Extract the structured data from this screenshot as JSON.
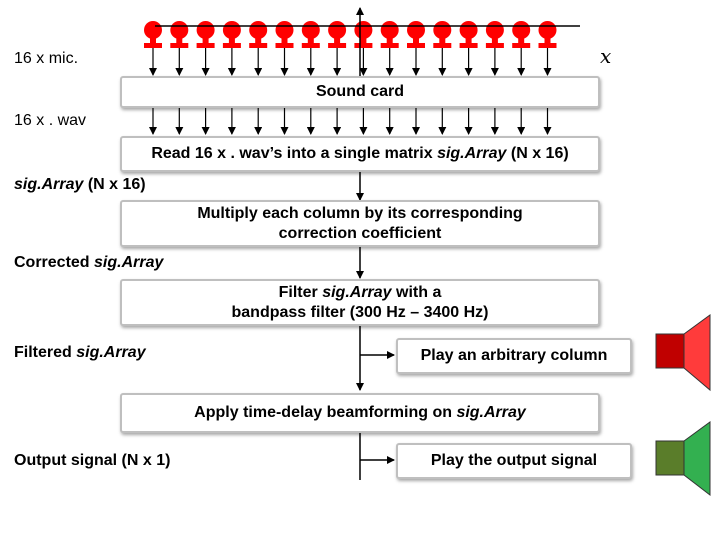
{
  "labels": {
    "mics": "16 x mic.",
    "axis_x": "x",
    "wavs": "16 x . wav",
    "sigarray_pre": "sig.Array",
    "sigarray_dim": " (N x 16)",
    "corrected_pre": "Corrected ",
    "corrected_sig": "sig.Array",
    "filtered_pre": "Filtered ",
    "filtered_sig": "sig.Array",
    "output": "Output signal (N x 1)"
  },
  "boxes": {
    "sound_card": "Sound card",
    "read_pre": "Read 16 x . wav’s into a single matrix ",
    "read_sig": "sig.Array",
    "read_post": " (N x 16)",
    "multiply_line1": "Multiply each column by its  corresponding",
    "multiply_line2": "correction coefficient",
    "filter_pre": "Filter ",
    "filter_sig": "sig.Array",
    "filter_post": " with a",
    "filter_line2": "bandpass filter (300 Hz – 3400 Hz)",
    "play_column": "Play an arbitrary column",
    "beamform_pre": "Apply time-delay beamforming on ",
    "beamform_sig": "sig.Array",
    "play_output": "Play the output signal"
  },
  "colors": {
    "mic": "#ff0000",
    "speaker_red_body": "#c00000",
    "speaker_red_cone": "#ff3b3b",
    "speaker_green_body": "#5a7d2a",
    "speaker_green_cone": "#33b050"
  }
}
